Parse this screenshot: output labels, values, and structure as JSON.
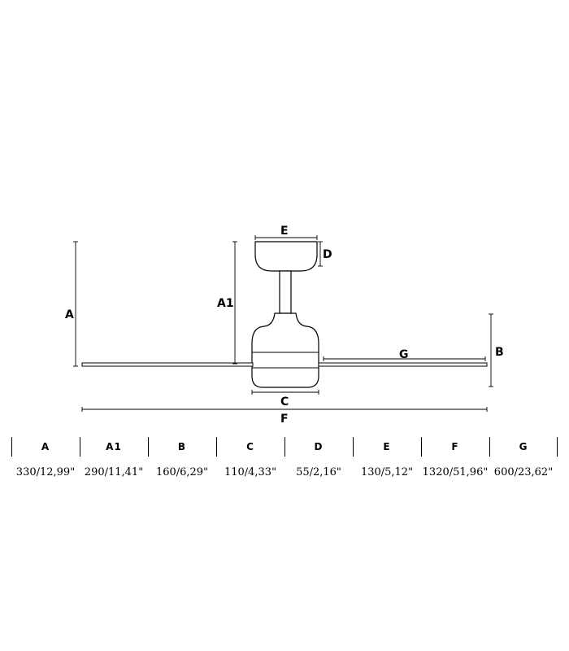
{
  "diagram": {
    "labels": {
      "A": "A",
      "A1": "A1",
      "B": "B",
      "C": "C",
      "D": "D",
      "E": "E",
      "F": "F",
      "G": "G"
    }
  },
  "table": {
    "columns": [
      {
        "header": "A",
        "value": "330/12,99\""
      },
      {
        "header": "A1",
        "value": "290/11,41\""
      },
      {
        "header": "B",
        "value": "160/6,29\""
      },
      {
        "header": "C",
        "value": "110/4,33\""
      },
      {
        "header": "D",
        "value": "55/2,16\""
      },
      {
        "header": "E",
        "value": "130/5,12\""
      },
      {
        "header": "F",
        "value": "1320/51,96\""
      },
      {
        "header": "G",
        "value": "600/23,62\""
      }
    ]
  }
}
